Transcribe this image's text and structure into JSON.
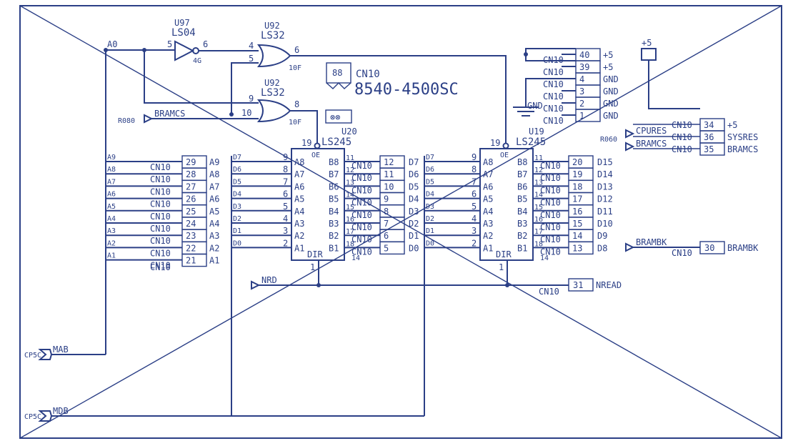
{
  "u97": {
    "ref": "U97",
    "part": "LS04",
    "pin_in": "5",
    "pin_out": "6",
    "loc": "4G"
  },
  "u92a": {
    "ref": "U92",
    "part": "LS32",
    "pin_a": "4",
    "pin_b": "5",
    "pin_out": "6",
    "loc": "10F"
  },
  "u92b": {
    "ref": "U92",
    "part": "LS32",
    "pin_a": "9",
    "pin_b": "10",
    "pin_out": "8",
    "loc": "10F"
  },
  "header": {
    "connector": "CN10",
    "part_number": "8540-4500SC",
    "symbol": "88"
  },
  "u20": {
    "ref": "U20",
    "part": "LS245",
    "oe_pin": "19",
    "oe_label": "OE",
    "dir_label": "DIR",
    "dir_pin": "1",
    "extra": "14"
  },
  "u19": {
    "ref": "U19",
    "part": "LS245",
    "oe_pin": "19",
    "oe_label": "OE",
    "dir_label": "DIR",
    "dir_pin": "1",
    "extra": "14"
  },
  "signals": {
    "a0": "A0",
    "r080d": "R080",
    "bramcs": "BRAMCS",
    "nrd": "NRD",
    "mab": "MAB",
    "mdb": "MDB",
    "cp5c_1": "CP5C",
    "cp5c_2": "CP5C",
    "r060d": "R060",
    "cpures": "CPURES",
    "bramcs2": "BRAMCS",
    "brambk": "BRAMBK",
    "plus5": "+5",
    "gnd_sym": "GND"
  },
  "cn10_label": "CN10",
  "addr_rows": [
    {
      "bus": "A9",
      "pin": "29",
      "name": "A9"
    },
    {
      "bus": "A8",
      "pin": "28",
      "name": "A8"
    },
    {
      "bus": "A7",
      "pin": "27",
      "name": "A7"
    },
    {
      "bus": "A6",
      "pin": "26",
      "name": "A6"
    },
    {
      "bus": "A5",
      "pin": "25",
      "name": "A5"
    },
    {
      "bus": "A4",
      "pin": "24",
      "name": "A4"
    },
    {
      "bus": "A3",
      "pin": "23",
      "name": "A3"
    },
    {
      "bus": "A2",
      "pin": "22",
      "name": "A2"
    },
    {
      "bus": "A1",
      "pin": "21",
      "name": "A1"
    }
  ],
  "u20_a_rows": [
    {
      "bus": "D7",
      "pin": "9",
      "name": "A8"
    },
    {
      "bus": "D6",
      "pin": "8",
      "name": "A7"
    },
    {
      "bus": "D5",
      "pin": "7",
      "name": "A6"
    },
    {
      "bus": "D4",
      "pin": "6",
      "name": "A5"
    },
    {
      "bus": "D3",
      "pin": "5",
      "name": "A4"
    },
    {
      "bus": "D2",
      "pin": "4",
      "name": "A3"
    },
    {
      "bus": "D1",
      "pin": "3",
      "name": "A2"
    },
    {
      "bus": "D0",
      "pin": "2",
      "name": "A1"
    }
  ],
  "u20_b_rows": [
    {
      "name": "B8",
      "pin": "11",
      "cpin": "12",
      "net": "D7"
    },
    {
      "name": "B7",
      "pin": "12",
      "cpin": "11",
      "net": "D6"
    },
    {
      "name": "B6",
      "pin": "13",
      "cpin": "10",
      "net": "D5"
    },
    {
      "name": "B5",
      "pin": "14",
      "cpin": "9",
      "net": "D4"
    },
    {
      "name": "B4",
      "pin": "15",
      "cpin": "8",
      "net": "D3"
    },
    {
      "name": "B3",
      "pin": "16",
      "cpin": "7",
      "net": "D2"
    },
    {
      "name": "B2",
      "pin": "17",
      "cpin": "6",
      "net": "D1"
    },
    {
      "name": "B1",
      "pin": "18",
      "cpin": "5",
      "net": "D0"
    }
  ],
  "u19_a_rows": [
    {
      "bus": "D7",
      "pin": "9",
      "name": "A8"
    },
    {
      "bus": "D6",
      "pin": "8",
      "name": "A7"
    },
    {
      "bus": "D5",
      "pin": "7",
      "name": "A6"
    },
    {
      "bus": "D4",
      "pin": "6",
      "name": "A5"
    },
    {
      "bus": "D3",
      "pin": "5",
      "name": "A4"
    },
    {
      "bus": "D2",
      "pin": "4",
      "name": "A3"
    },
    {
      "bus": "D1",
      "pin": "3",
      "name": "A2"
    },
    {
      "bus": "D0",
      "pin": "2",
      "name": "A1"
    }
  ],
  "u19_b_rows": [
    {
      "name": "B8",
      "pin": "11",
      "cpin": "20",
      "net": "D15"
    },
    {
      "name": "B7",
      "pin": "12",
      "cpin": "19",
      "net": "D14"
    },
    {
      "name": "B6",
      "pin": "13",
      "cpin": "18",
      "net": "D13"
    },
    {
      "name": "B5",
      "pin": "14",
      "cpin": "17",
      "net": "D12"
    },
    {
      "name": "B4",
      "pin": "15",
      "cpin": "16",
      "net": "D11"
    },
    {
      "name": "B3",
      "pin": "16",
      "cpin": "15",
      "net": "D10"
    },
    {
      "name": "B2",
      "pin": "17",
      "cpin": "14",
      "net": "D9"
    },
    {
      "name": "B1",
      "pin": "18",
      "cpin": "13",
      "net": "D8"
    }
  ],
  "power_rows": [
    {
      "pin": "40",
      "name": "+5"
    },
    {
      "pin": "39",
      "name": "+5"
    },
    {
      "pin": "4",
      "name": "GND"
    },
    {
      "pin": "3",
      "name": "GND"
    },
    {
      "pin": "2",
      "name": "GND"
    },
    {
      "pin": "1",
      "name": "GND"
    }
  ],
  "right_rows": [
    {
      "pin": "34",
      "name": "+5"
    },
    {
      "pin": "36",
      "name": "SYSRES"
    },
    {
      "pin": "35",
      "name": "BRAMCS"
    }
  ],
  "brambk_row": {
    "pin": "30",
    "name": "BRAMBK"
  },
  "nread_row": {
    "pin": "31",
    "name": "NREAD"
  }
}
